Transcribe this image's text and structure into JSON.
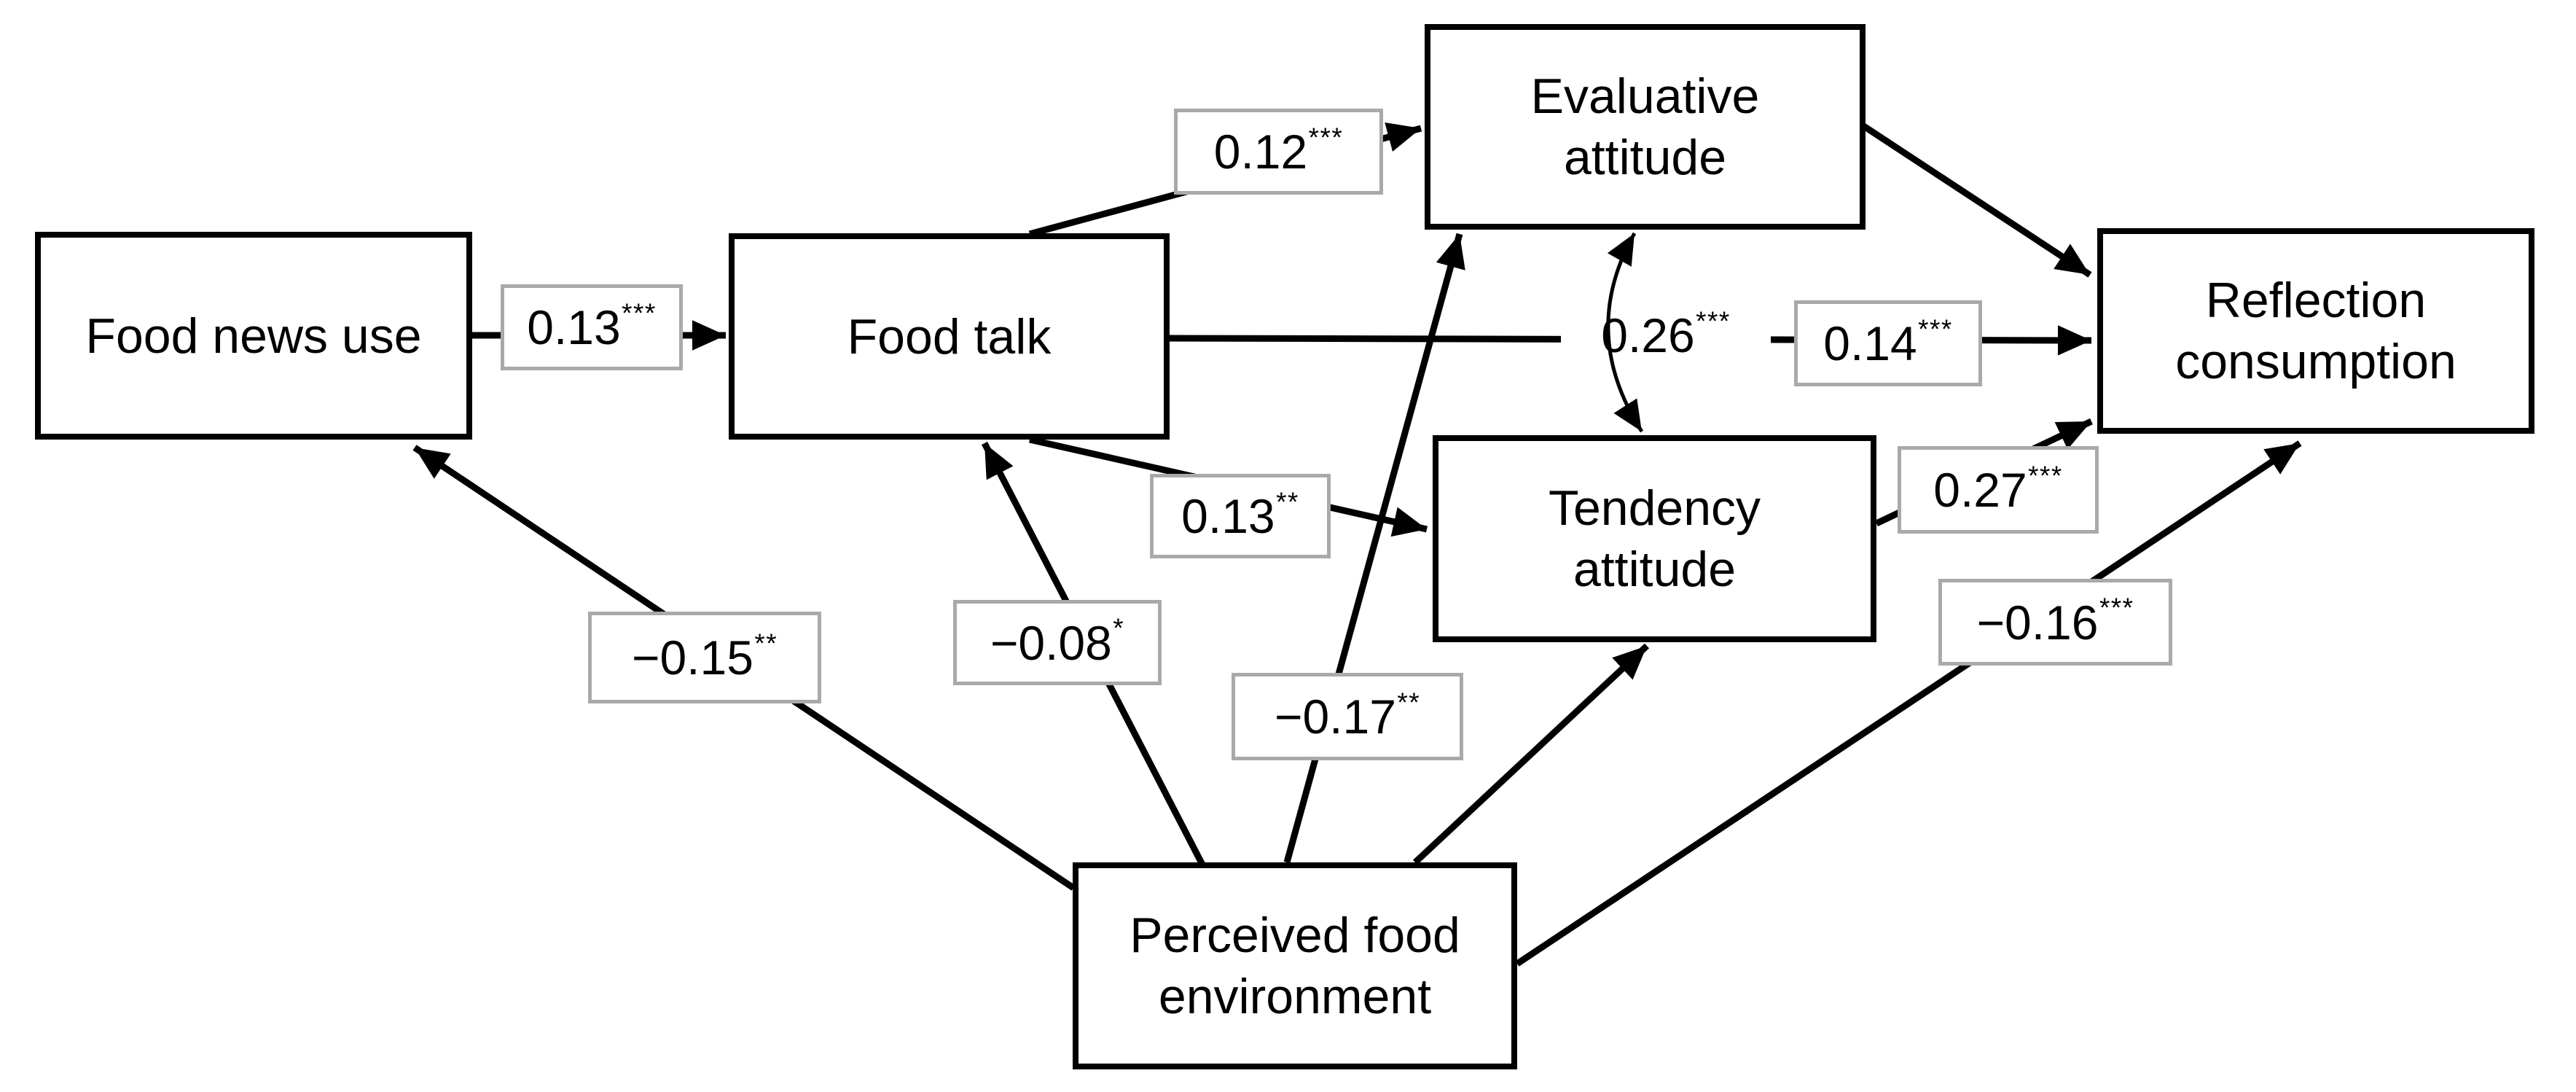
{
  "diagram_type": "structural-equation-path-model",
  "colors": {
    "background": "#ffffff",
    "box_border": "#000000",
    "text": "#000000",
    "label_border": "#a9a9a9",
    "arrow": "#000000"
  },
  "nodes": {
    "food_news_use": {
      "lines": [
        "Food news use"
      ]
    },
    "food_talk": {
      "lines": [
        "Food talk"
      ]
    },
    "evaluative_attitude": {
      "lines": [
        "Evaluative",
        "attitude"
      ]
    },
    "tendency_attitude": {
      "lines": [
        "Tendency",
        "attitude"
      ]
    },
    "reflection_consumption": {
      "lines": [
        "Reflection",
        "consumption"
      ]
    },
    "perceived_food_environment": {
      "lines": [
        "Perceived food",
        "environment"
      ]
    }
  },
  "coefficients": {
    "news_to_talk": {
      "value": "0.13",
      "stars": "***"
    },
    "talk_to_evaluative": {
      "value": "0.12",
      "stars": "***"
    },
    "talk_to_reflection": {
      "value": "0.14",
      "stars": "***"
    },
    "talk_to_tendency": {
      "value": "0.13",
      "stars": "**"
    },
    "evaluative_tendency_covariance": {
      "value": "0.26",
      "stars": "***"
    },
    "tendency_to_reflection": {
      "value": "0.27",
      "stars": "***"
    },
    "env_to_news": {
      "value": "−0.15",
      "stars": "**"
    },
    "env_to_talk": {
      "value": "−0.08",
      "stars": "*"
    },
    "env_to_evaluative": {
      "value": "−0.17",
      "stars": "**"
    },
    "env_to_reflection": {
      "value": "−0.16",
      "stars": "***"
    }
  },
  "edges": [
    {
      "from": "Food news use",
      "to": "Food talk",
      "coefficient": "0.13***",
      "type": "directed"
    },
    {
      "from": "Food talk",
      "to": "Evaluative attitude",
      "coefficient": "0.12***",
      "type": "directed"
    },
    {
      "from": "Food talk",
      "to": "Reflection consumption",
      "coefficient": "0.14***",
      "type": "directed"
    },
    {
      "from": "Food talk",
      "to": "Tendency attitude",
      "coefficient": "0.13**",
      "type": "directed"
    },
    {
      "from": "Evaluative attitude",
      "to": "Tendency attitude",
      "coefficient": "0.26***",
      "type": "bidirectional-curved"
    },
    {
      "from": "Evaluative attitude",
      "to": "Reflection consumption",
      "type": "directed"
    },
    {
      "from": "Tendency attitude",
      "to": "Reflection consumption",
      "coefficient": "0.27***",
      "type": "directed"
    },
    {
      "from": "Perceived food environment",
      "to": "Food news use",
      "coefficient": "−0.15**",
      "type": "directed"
    },
    {
      "from": "Perceived food environment",
      "to": "Food talk",
      "coefficient": "−0.08*",
      "type": "directed"
    },
    {
      "from": "Perceived food environment",
      "to": "Evaluative attitude",
      "coefficient": "−0.17**",
      "type": "directed"
    },
    {
      "from": "Perceived food environment",
      "to": "Tendency attitude",
      "type": "directed"
    },
    {
      "from": "Perceived food environment",
      "to": "Reflection consumption",
      "coefficient": "−0.16***",
      "type": "directed"
    }
  ]
}
